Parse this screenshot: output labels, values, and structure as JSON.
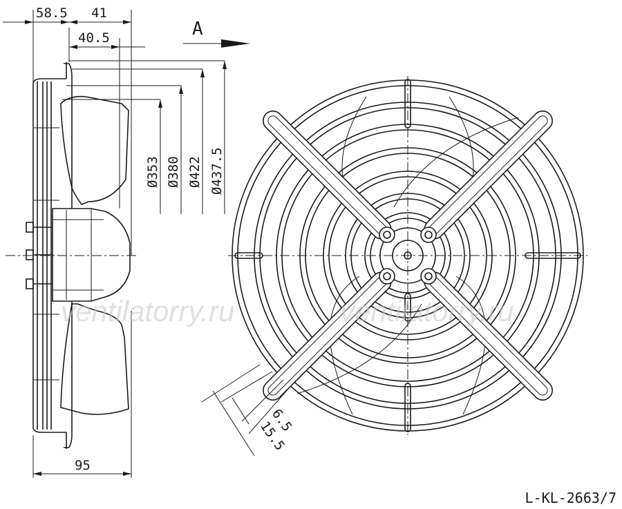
{
  "drawing": {
    "code": "L-KL-2663/7",
    "watermark": "ventilatorry.ru",
    "view_label": "A",
    "side_dims": {
      "d1": "58.5",
      "d2": "41",
      "d3": "40.5",
      "d4": "95"
    },
    "diameters": [
      "Ø353",
      "Ø380",
      "Ø422",
      "Ø437.5"
    ],
    "front_dims": {
      "w1": "6.5",
      "w2": "15.5"
    }
  }
}
